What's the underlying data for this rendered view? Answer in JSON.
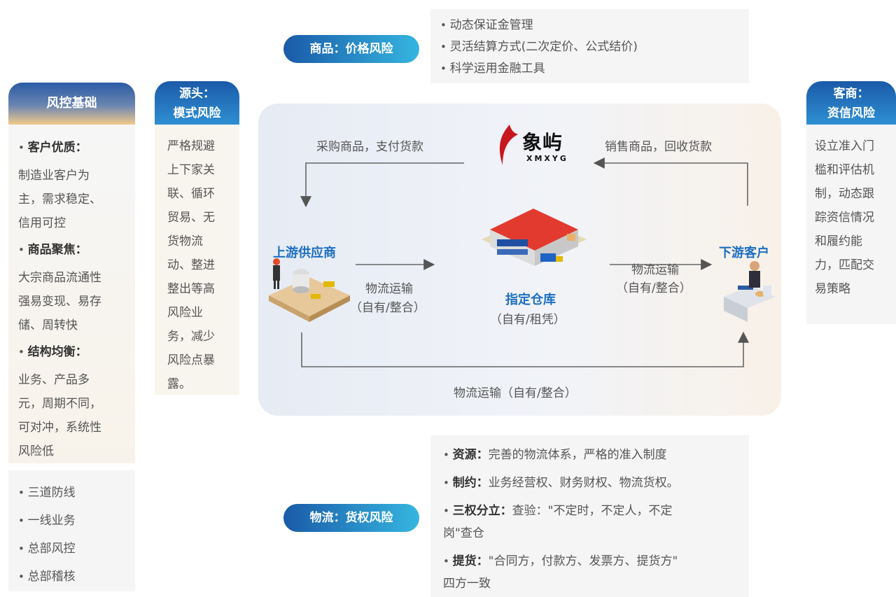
{
  "left": {
    "header": "风控基础",
    "items": [
      {
        "title": "客户优质：",
        "body": [
          "制造业客户为",
          "主，需求稳定、",
          "信用可控"
        ]
      },
      {
        "title": "商品聚焦：",
        "body": [
          "大宗商品流通性",
          "强易变现、易存",
          "储、周转快"
        ]
      },
      {
        "title": "结构均衡：",
        "body": [
          "业务、产品多",
          "元，周期不同，",
          "可对冲，系统性",
          "风险低"
        ]
      }
    ],
    "lines": [
      "三道防线",
      "一线业务",
      "总部风控",
      "总部稽核"
    ]
  },
  "source": {
    "header1": "源头：",
    "header2": "模式风险",
    "body": [
      "严格规避",
      "上下家关",
      "联、循环",
      "贸易、无",
      "货物流",
      "动、整进",
      "整出等高",
      "风险业",
      "务，减少",
      "风险点暴",
      "露。"
    ]
  },
  "goods": {
    "pill": "商品：价格风险",
    "items": [
      "动态保证金管理",
      "灵活结算方式(二次定价、公式结价)",
      "科学运用金融工具"
    ]
  },
  "client": {
    "header1": "客商：",
    "header2": "资信风险",
    "body": [
      "设立准入门",
      "槛和评估机",
      "制，动态跟",
      "踪资信情况",
      "和履约能",
      "力，匹配交",
      "易策略"
    ]
  },
  "center": {
    "logo_main": "象屿",
    "logo_sub": "XMXYG",
    "buy": "采购商品，支付货款",
    "sell": "销售商品，回收货款",
    "upstream": "上游供应商",
    "downstream": "下游客户",
    "warehouse": "指定仓库",
    "warehouse_sub": "（自有/租凭）",
    "logi_left_1": "物流运输",
    "logi_left_2": "（自有/整合）",
    "logi_right_1": "物流运输",
    "logi_right_2": "（自有/整合）",
    "logi_bottom": "物流运输（自有/整合）"
  },
  "logistics": {
    "pill": "物流：货权风险",
    "items": [
      {
        "title": "资源：",
        "body": [
          "完善的物流体系，严格的准入制度"
        ]
      },
      {
        "title": "制约：",
        "body": [
          "业务经营权、财务财权、物流货权。"
        ]
      },
      {
        "title": "三权分立：",
        "body": [
          "查验：\"不定时，不定人，不定",
          "岗\"查仓"
        ]
      },
      {
        "title": "提货：",
        "body": [
          "\"合同方，付款方、发票方、提货方\"",
          "四方一致"
        ]
      }
    ]
  },
  "colors": {
    "accent_blue": "#1d6fc1",
    "pill_start": "#1a5aa8",
    "pill_end": "#35b6e0",
    "logo_red": "#c8161d"
  }
}
